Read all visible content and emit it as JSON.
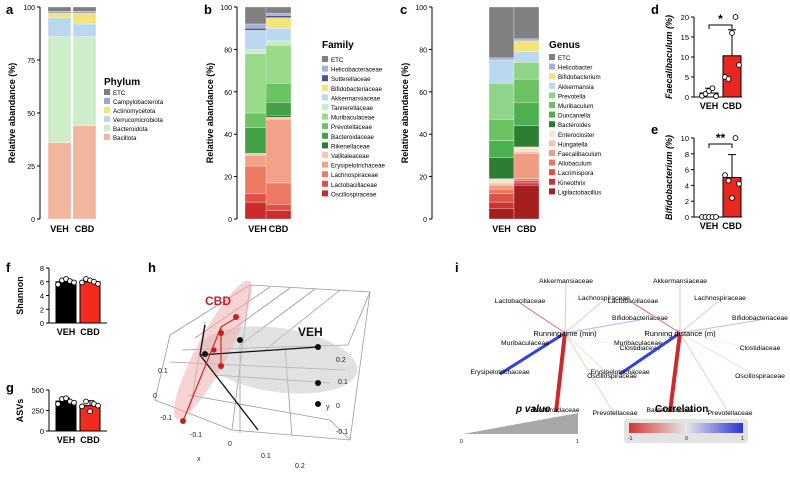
{
  "panels": {
    "a": "a",
    "b": "b",
    "c": "c",
    "d": "d",
    "e": "e",
    "f": "f",
    "g": "g",
    "h": "h",
    "i": "i"
  },
  "common": {
    "y_label": "Relative abandance (%)",
    "groups": [
      "VEH",
      "CBD"
    ]
  },
  "chart_data": [
    {
      "panel": "a",
      "type": "bar",
      "title": "Phylum",
      "ylabel": "Relative abandance (%)",
      "ylim": [
        0,
        100
      ],
      "yticks": [
        0,
        25,
        50,
        75,
        100
      ],
      "categories": [
        "VEH",
        "CBD"
      ],
      "legend": [
        "ETC",
        "Campylobacterota",
        "Actinomycetota",
        "Verrucomicrobiota",
        "Bacteroidota",
        "Bacillota"
      ],
      "colors": [
        "#7f7f7f",
        "#a4a4cc",
        "#f4e27a",
        "#bcd8ee",
        "#cfeccb",
        "#f2b59d"
      ],
      "series": [
        {
          "name": "ETC",
          "values": [
            2,
            2
          ]
        },
        {
          "name": "Campylobacterota",
          "values": [
            1,
            1
          ]
        },
        {
          "name": "Actinomycetota",
          "values": [
            2,
            5
          ]
        },
        {
          "name": "Verrucomicrobiota",
          "values": [
            9,
            6
          ]
        },
        {
          "name": "Bacteroidota",
          "values": [
            50,
            42
          ]
        },
        {
          "name": "Bacillota",
          "values": [
            36,
            44
          ]
        }
      ]
    },
    {
      "panel": "b",
      "type": "bar",
      "title": "Family",
      "ylabel": "Relative abandance (%)",
      "ylim": [
        0,
        100
      ],
      "yticks": [
        0,
        20,
        40,
        60,
        80,
        100
      ],
      "categories": [
        "VEH",
        "CBD"
      ],
      "legend": [
        "ETC",
        "Helicobacteraceae",
        "Sutterellaceae",
        "Bifidobacteriaceae",
        "Akkermansiaceae",
        "Tannerellaceae",
        "Muribaculaceae",
        "Prevotellaceae",
        "Bacteroidaceae",
        "Rikenellaceae",
        "Vallitaleaceae",
        "Erysipelotrichaceae",
        "Lachnospiraceae",
        "Lactobacillaceae",
        "Oscillospiraceae"
      ],
      "colors": [
        "#808080",
        "#aab0d8",
        "#4d4f9e",
        "#f4e27a",
        "#bcd8ee",
        "#c8ecc4",
        "#98d98a",
        "#6bc462",
        "#43a047",
        "#2e7d32",
        "#f8c8b4",
        "#f3a189",
        "#ec7a62",
        "#e24f45",
        "#cc2b2b"
      ],
      "series": [
        {
          "name": "ETC",
          "values": [
            8,
            3
          ]
        },
        {
          "name": "Helicobacteraceae",
          "values": [
            2,
            1
          ]
        },
        {
          "name": "Sutterellaceae",
          "values": [
            1,
            1
          ]
        },
        {
          "name": "Bifidobacteriaceae",
          "values": [
            0,
            5
          ]
        },
        {
          "name": "Akkermansiaceae",
          "values": [
            9,
            6
          ]
        },
        {
          "name": "Tannerellaceae",
          "values": [
            2,
            2
          ]
        },
        {
          "name": "Muribaculaceae",
          "values": [
            28,
            18
          ]
        },
        {
          "name": "Prevotellaceae",
          "values": [
            7,
            9
          ]
        },
        {
          "name": "Bacteroidaceae",
          "values": [
            12,
            6
          ]
        },
        {
          "name": "Rikenellaceae",
          "values": [
            0,
            1
          ]
        },
        {
          "name": "Vallitaleaceae",
          "values": [
            1,
            1
          ]
        },
        {
          "name": "Erysipelotrichaceae",
          "values": [
            5,
            30
          ]
        },
        {
          "name": "Lachnospiraceae",
          "values": [
            13,
            10
          ]
        },
        {
          "name": "Lactobacillaceae",
          "values": [
            4,
            3
          ]
        },
        {
          "name": "Oscillospiraceae",
          "values": [
            8,
            4
          ]
        }
      ]
    },
    {
      "panel": "c",
      "type": "bar",
      "title": "Genus",
      "ylabel": "Relative abandance (%)",
      "ylim": [
        0,
        100
      ],
      "yticks": [
        0,
        20,
        40,
        60,
        80,
        100
      ],
      "categories": [
        "VEH",
        "CBD"
      ],
      "legend": [
        "ETC",
        "Helicobacter",
        "Bifidobacterium",
        "Akkermansia",
        "Prevotella",
        "Muribaculum",
        "Duncaniella",
        "Bacteroides",
        "Enterocloster",
        "Hungatella",
        "Faecalibaculum",
        "Allobaculum",
        "Lacrimispora",
        "Kineothrix",
        "Ligilactobacillus"
      ],
      "colors": [
        "#808080",
        "#aab0d8",
        "#f4e27a",
        "#bcd8ee",
        "#8fd488",
        "#6cc163",
        "#4caf50",
        "#2e7d32",
        "#fbe1d6",
        "#f6c3ae",
        "#f19c82",
        "#e97762",
        "#de5246",
        "#c93535",
        "#a51f1f"
      ],
      "series": [
        {
          "name": "ETC",
          "values": [
            24,
            15
          ]
        },
        {
          "name": "Helicobacter",
          "values": [
            1,
            1
          ]
        },
        {
          "name": "Bifidobacterium",
          "values": [
            0,
            5
          ]
        },
        {
          "name": "Akkermansia",
          "values": [
            11,
            5
          ]
        },
        {
          "name": "Prevotella",
          "values": [
            17,
            8
          ]
        },
        {
          "name": "Muribaculum",
          "values": [
            10,
            11
          ]
        },
        {
          "name": "Duncaniella",
          "values": [
            8,
            11
          ]
        },
        {
          "name": "Bacteroides",
          "values": [
            10,
            10
          ]
        },
        {
          "name": "Enterocloster",
          "values": [
            2,
            2
          ]
        },
        {
          "name": "Hungatella",
          "values": [
            1,
            1
          ]
        },
        {
          "name": "Faecalibaculum",
          "values": [
            2,
            12
          ]
        },
        {
          "name": "Allobaculum",
          "values": [
            2,
            1
          ]
        },
        {
          "name": "Lacrimispora",
          "values": [
            4,
            1
          ]
        },
        {
          "name": "Kineothrix",
          "values": [
            3,
            1
          ]
        },
        {
          "name": "Ligilactobacillus",
          "values": [
            5,
            16
          ]
        }
      ]
    },
    {
      "panel": "d",
      "type": "bar",
      "ylabel": "Faecalibaculum (%)",
      "ylim": [
        0,
        20
      ],
      "yticks": [
        0,
        5,
        10,
        15,
        20
      ],
      "categories": [
        "VEH",
        "CBD"
      ],
      "means": [
        1.0,
        10.3
      ],
      "sd": [
        1.2,
        6.5
      ],
      "points": [
        [
          0.3,
          0.8,
          1.5,
          2.2,
          0.2
        ],
        [
          5.0,
          4.5,
          16.0,
          20.0,
          8.0
        ]
      ],
      "colors": [
        "#ffffff",
        "#e8271e"
      ],
      "significance": "*"
    },
    {
      "panel": "e",
      "type": "bar",
      "ylabel": "Bifidobacterium (%)",
      "ylim": [
        0,
        10
      ],
      "yticks": [
        0,
        2,
        4,
        6,
        8,
        10
      ],
      "categories": [
        "VEH",
        "CBD"
      ],
      "means": [
        0,
        5.0
      ],
      "sd": [
        0,
        2.9
      ],
      "points": [
        [
          0,
          0,
          0,
          0,
          0
        ],
        [
          5.3,
          4.6,
          2.4,
          10.0,
          4.2
        ]
      ],
      "colors": [
        "#ffffff",
        "#e8271e"
      ],
      "significance": "**"
    },
    {
      "panel": "f",
      "type": "bar",
      "ylabel": "Shannon",
      "ylim": [
        0,
        8
      ],
      "yticks": [
        0,
        2,
        4,
        6,
        8
      ],
      "categories": [
        "VEH",
        "CBD"
      ],
      "means": [
        6.0,
        6.0
      ],
      "sd": [
        0.3,
        0.3
      ],
      "points": [
        [
          5.6,
          6.2,
          6.4,
          6.1,
          5.9
        ],
        [
          5.9,
          6.4,
          6.2,
          6.0,
          5.7
        ]
      ],
      "colors": [
        "#000000",
        "#f32a1e"
      ]
    },
    {
      "panel": "g",
      "type": "bar",
      "ylabel": "ASVs",
      "ylim": [
        0,
        500
      ],
      "yticks": [
        0,
        250,
        500
      ],
      "categories": [
        "VEH",
        "CBD"
      ],
      "means": [
        365,
        310
      ],
      "sd": [
        35,
        60
      ],
      "points": [
        [
          330,
          390,
          400,
          360,
          345
        ],
        [
          300,
          360,
          240,
          330,
          310
        ]
      ],
      "colors": [
        "#000000",
        "#f32a1e"
      ]
    },
    {
      "panel": "h",
      "type": "scatter",
      "group_labels": [
        "CBD",
        "VEH"
      ],
      "tick_labels": [
        "0.2",
        "0.1",
        "0",
        "-0.1",
        "0.1",
        "0",
        "-0.1",
        "-0.1",
        "0",
        "0.1",
        "0.2"
      ],
      "axis_labels": [
        "x",
        "y"
      ]
    },
    {
      "panel": "i",
      "type": "network",
      "networks": [
        {
          "center": "Running time (min)",
          "nodes": [
            "Akkermansiaceae",
            "Lactobacillaceae",
            "Lachnospiraceae",
            "Bifidobacteriaceae",
            "Muribaculaceae",
            "Clostidiaceae",
            "Erysipelotrichaceae",
            "Oscillospiraceae",
            "Bacteroidaceae",
            "Prevotellaceae"
          ]
        },
        {
          "center": "Running distance (m)",
          "nodes": [
            "Akkermansiaceae",
            "Lactobacillaceae",
            "Lachnospiraceae",
            "Bifidobacteriaceae",
            "Muribaculaceae",
            "Clostidiaceae",
            "Erysipelotrichaceae",
            "Oscillospiraceae",
            "Bacteroidaceae",
            "Prevotellaceae"
          ]
        }
      ],
      "p_value": {
        "label": "p value",
        "ticks": [
          "0",
          "1"
        ]
      },
      "correlation": {
        "label": "Correlation",
        "ticks": [
          "-1",
          "0",
          "1"
        ]
      }
    }
  ]
}
